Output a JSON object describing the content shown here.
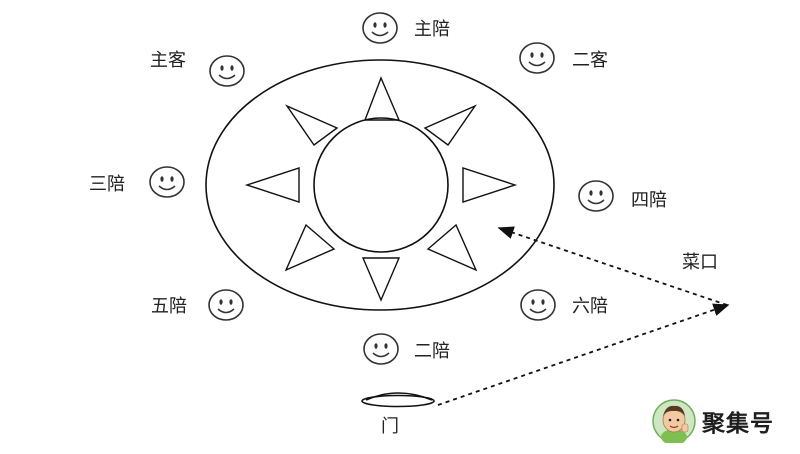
{
  "seats": {
    "top": "主陪",
    "top_right": "二客",
    "right": "四陪",
    "bottom_right": "六陪",
    "bottom": "二陪",
    "bottom_left": "五陪",
    "left": "三陪",
    "top_left": "主客"
  },
  "labels": {
    "dish_entry": "菜口",
    "door": "门"
  },
  "watermark": {
    "text": "聚集号"
  },
  "colors": {
    "line": "#111111",
    "face": "#333333",
    "background": "#ffffff"
  },
  "icons": {
    "guest": "smiley-face-icon",
    "mascot": "mascot-avatar-icon"
  }
}
